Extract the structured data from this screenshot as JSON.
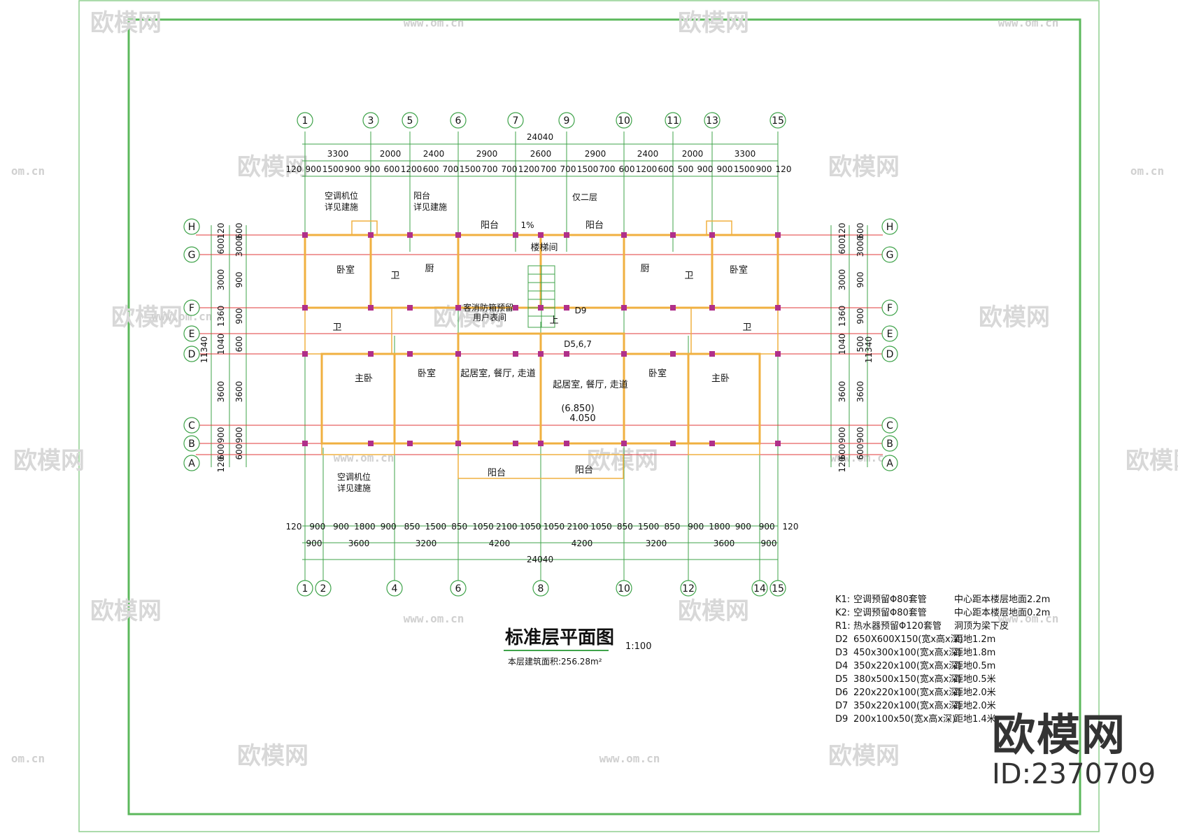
{
  "drawing": {
    "title": "标准层平面图",
    "scale": "1:100",
    "area_note": "本层建筑面积:256.28m²"
  },
  "axes_top": [
    "1",
    "3",
    "5",
    "6",
    "7",
    "9",
    "10",
    "11",
    "13",
    "15"
  ],
  "axes_bottom": [
    "1",
    "2",
    "4",
    "6",
    "8",
    "10",
    "12",
    "14",
    "15"
  ],
  "axes_rows": [
    "H",
    "G",
    "F",
    "E",
    "D",
    "C",
    "B",
    "A"
  ],
  "top_dims": {
    "total": "24040",
    "row1": [
      "3300",
      "2000",
      "2400",
      "2900",
      "2600",
      "2900",
      "2400",
      "2000",
      "3300"
    ],
    "row2": [
      "120",
      "900",
      "1500",
      "900",
      "900",
      "600",
      "1200",
      "600",
      "700",
      "1500",
      "700",
      "700",
      "1200",
      "700",
      "700",
      "1500",
      "700",
      "600",
      "1200",
      "600",
      "500",
      "900",
      "900",
      "1500",
      "900",
      "120"
    ]
  },
  "bottom_dims": {
    "total": "24040",
    "row1": [
      "120",
      "900",
      "900",
      "1800",
      "900",
      "850",
      "1500",
      "850",
      "1050",
      "2100",
      "1050",
      "1050",
      "2100",
      "1050",
      "850",
      "1500",
      "850",
      "900",
      "1800",
      "900",
      "900",
      "120"
    ],
    "row2": [
      "900",
      "3600",
      "3200",
      "4200",
      "4200",
      "3200",
      "3600",
      "900"
    ]
  },
  "side_dims": {
    "left_outer": [
      "120",
      "600",
      "3000",
      "1360",
      "1040",
      "3600",
      "900",
      "600",
      "120"
    ],
    "left_inner": [
      "600",
      "3000",
      "900",
      "900",
      "600",
      "3600",
      "900",
      "600"
    ],
    "left_total": "11340",
    "right_outer": [
      "120",
      "600",
      "3000",
      "1360",
      "1040",
      "3600",
      "900",
      "600",
      "120"
    ],
    "right_inner": [
      "600",
      "3000",
      "900",
      "900",
      "500",
      "3600",
      "900",
      "600"
    ],
    "right_total": "11340"
  },
  "rooms": {
    "bedroom": "卧室",
    "master_bedroom": "主卧",
    "kitchen": "厨",
    "bath": "卫",
    "balcony": "阳台",
    "stair": "楼梯间",
    "living": "起居室, 餐厅, 走道",
    "level": "(6.850)",
    "level2": "4.050",
    "up": "上"
  },
  "notes": {
    "ac_position": "空调机位",
    "see_detail": "详见建施",
    "balcony_detail": "阳台",
    "fire_box": "客消防箱预留",
    "user_meter": "用户表间",
    "second_floor": "仅二层"
  },
  "misc_labels": {
    "d_code": "D5,6,7",
    "d9": "D9",
    "pct": "1%"
  },
  "legend": [
    {
      "code": "K1:",
      "desc": "空调预留Φ80套管",
      "note": "中心距本楼层地面2.2m"
    },
    {
      "code": "K2:",
      "desc": "空调预留Φ80套管",
      "note": "中心距本楼层地面0.2m"
    },
    {
      "code": "R1:",
      "desc": "热水器预留Φ120套管",
      "note": "洞顶为梁下皮"
    },
    {
      "code": "D2",
      "desc": "650X600X150(宽x高x深)",
      "note": "距地1.2m"
    },
    {
      "code": "D3",
      "desc": "450x300x100(宽x高x深)",
      "note": "距地1.8m"
    },
    {
      "code": "D4",
      "desc": "350x220x100(宽x高x深)",
      "note": "距地0.5m"
    },
    {
      "code": "D5",
      "desc": "380x500x150(宽x高x深)",
      "note": "距地0.5米"
    },
    {
      "code": "D6",
      "desc": "220x220x100(宽x高x深)",
      "note": "距地2.0米"
    },
    {
      "code": "D7",
      "desc": "350x220x100(宽x高x深)",
      "note": "距地2.0米"
    },
    {
      "code": "D9",
      "desc": "200x100x50(宽x高x深)",
      "note": "距地1.4米"
    }
  ],
  "watermark": {
    "brand": "欧模网",
    "url": "www.om.cn",
    "url_short": "om.cn"
  },
  "brand": {
    "logo": "欧模网",
    "id": "ID:2370709"
  },
  "colors": {
    "frame": "#5cb85c",
    "wall": "#f0b040",
    "axis": "#e23a3a",
    "column": "#b0308a",
    "grid": "#3fa34a"
  }
}
